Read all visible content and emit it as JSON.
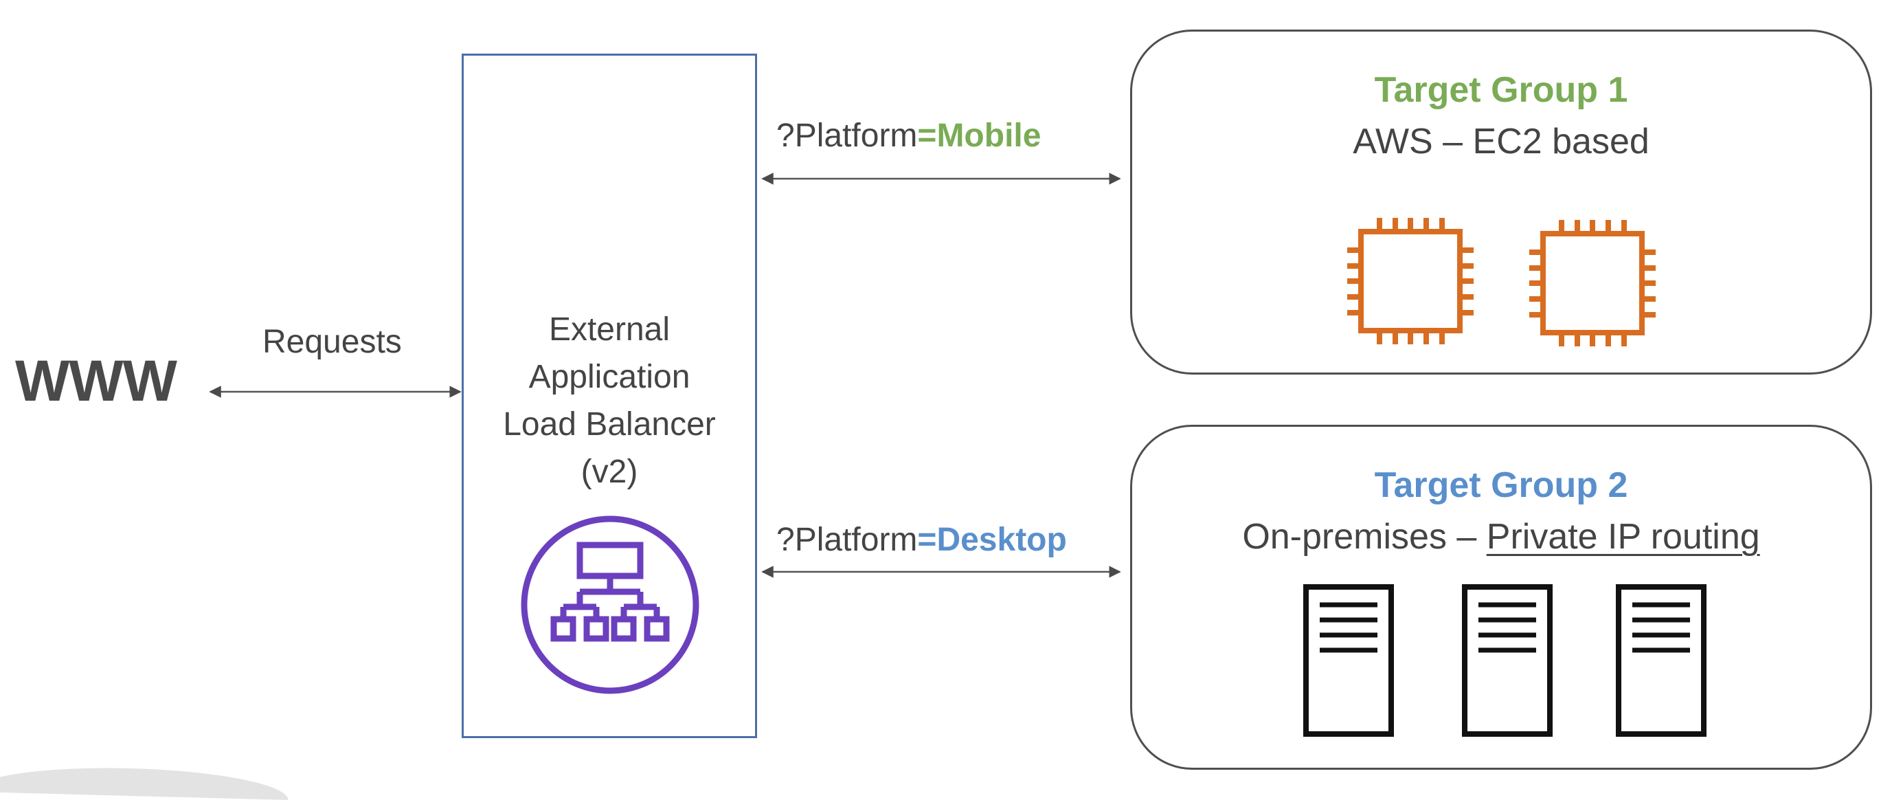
{
  "diagram": {
    "client": {
      "label": "WWW"
    },
    "client_link": {
      "label": "Requests"
    },
    "load_balancer": {
      "lines": [
        "External",
        "Application",
        "Load Balancer",
        "(v2)"
      ],
      "icon": "elastic-load-balancer-icon",
      "icon_color": "#6b40be",
      "border_color": "#4d6fa8"
    },
    "rules": [
      {
        "prefix": "?Platform",
        "operator": "=",
        "value": "Mobile",
        "color": "#7aab55",
        "target": "Target Group 1"
      },
      {
        "prefix": "?Platform",
        "operator": "=",
        "value": "Desktop",
        "color": "#5a8fcc",
        "target": "Target Group 2"
      }
    ],
    "target_groups": [
      {
        "title": "Target Group 1",
        "title_color": "#7aab55",
        "subtitle": "AWS – EC2 based",
        "instance_icon": "ec2-instance-icon",
        "instance_color": "#d86d22",
        "instance_count": 2
      },
      {
        "title": "Target Group 2",
        "title_color": "#5a8fcc",
        "subtitle_plain": "On-premises – ",
        "subtitle_underlined": "Private IP routing",
        "instance_icon": "server-icon",
        "instance_color": "#111111",
        "instance_count": 3
      }
    ]
  }
}
